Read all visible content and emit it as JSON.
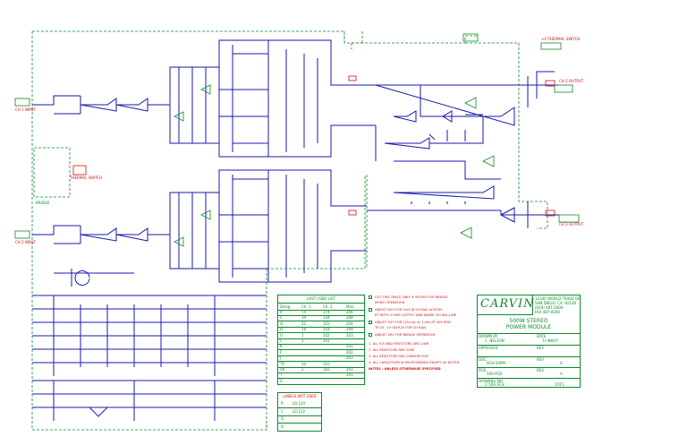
{
  "title_block": {
    "company": "CARVIN",
    "address_lines": [
      "12340 WORLD TRADE DR",
      "SAN DIEGO, CA. 92128",
      "(619) 487-1600",
      "FAX 487-8160"
    ],
    "title_lines": [
      "500W STEREO",
      "POWER MODULE"
    ],
    "drawn_by_label": "DRAWN BY",
    "drawn_by": "C. NELSON",
    "date_label": "DATE",
    "date": "7/-/88/07",
    "approved_label": "APPROVED",
    "rev_label": "REV",
    "doc_label": "DOC",
    "doc": "SCH-500M",
    "pcb_label": "PCB",
    "pcb": "500-PCB",
    "rev_a": "A",
    "rev_b": "A",
    "drawing_no_label": "DRAWING NO",
    "drawing_no": "C-500-SCH",
    "sheet": "1OF1"
  },
  "last_used_list": {
    "title": "LAST USED LIST",
    "headers": [
      "Desig.",
      "Ch. 1",
      "Ch. 2",
      "Misc"
    ],
    "rows": [
      [
        "R",
        "74",
        "174",
        "206"
      ],
      [
        "C",
        "34",
        "134",
        "208"
      ],
      [
        "Q",
        "22",
        "122",
        "204"
      ],
      [
        "D",
        "18",
        "118",
        "209"
      ],
      [
        "U",
        "2",
        "102",
        "203"
      ],
      [
        "L",
        "1",
        "101",
        ""
      ],
      [
        "K",
        "",
        "",
        "201"
      ],
      [
        "F",
        "",
        "",
        "202"
      ],
      [
        "J",
        "",
        "",
        "203"
      ],
      [
        "TP",
        "10",
        "110",
        ""
      ],
      [
        "VR",
        "2",
        "102",
        "201"
      ],
      [
        "T",
        "",
        "",
        "201"
      ],
      [
        "Z",
        "",
        "",
        ""
      ]
    ]
  },
  "labels_not_used": {
    "title": "LABELS NOT USED",
    "rows": [
      [
        "R",
        "20,120"
      ],
      [
        "C",
        "22,122"
      ],
      [
        "Q",
        "",
        ""
      ],
      [
        "D",
        "",
        ""
      ]
    ]
  },
  "notes": [
    "CUT THIS TRACE ONLY IF NOTED FOR BRIDGE",
    "MONO OPERATION",
    "ADJUST R20 FOR 5mV @ 0V BIAS ACROSS",
    "R7 WITH 4 OHM OUTPUT AND WARM. DO BAL.LINE",
    "ADJUST R37 FOR 225 ma. at 1 kHz AT 40V RMS",
    "TP 24 , 1V ON R20 FOR CH BIAS",
    "ADJUST VR1 FOR BRIDGE OPERATION",
    "1. ALL ICS AND RESISTORS ARE 1/4W",
    "2. ALL RESISTORS ARE 1/4W",
    "3. ALL RESISTORS ARE CARBON FILM",
    "4. ALL CAPACITORS IN MICROFARADS EXCEPT AS NOTED",
    "NOTES : UNLESS OTHERWISE SPECIFIED"
  ],
  "schematic": {
    "inputs": [
      "CH 1 INPUT",
      "CH 2 INPUT"
    ],
    "outputs": [
      "+V THERMAL SWITCH",
      "CH 1 OUTPUT",
      "CH 2 OUTPUT"
    ],
    "misc": [
      "THERMAL SWITCH",
      "BRIDGE"
    ]
  }
}
